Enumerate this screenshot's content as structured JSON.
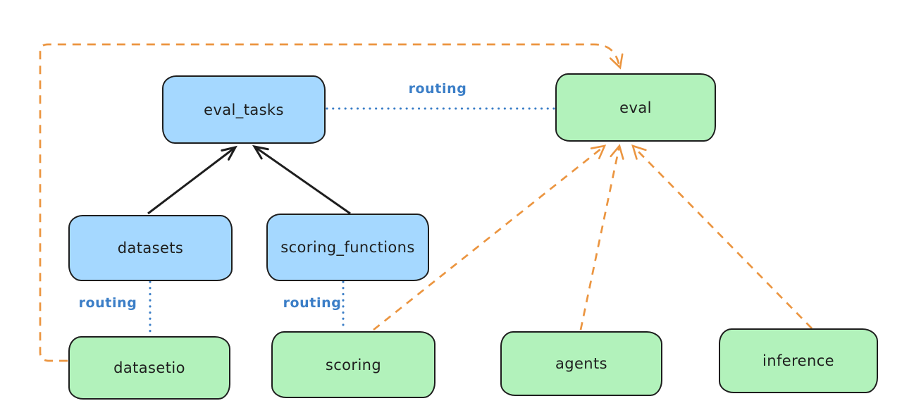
{
  "diagram": {
    "kind": "architecture-graph",
    "background": "#ffffff",
    "colors": {
      "node_stroke": "#1e1e1e",
      "resource_fill_blue": "#a5d8ff",
      "api_fill_green": "#b2f2bb",
      "routing_blue": "#3b7ec7",
      "provider_orange": "#eb9540",
      "solid_arrow_black": "#1e1e1e"
    },
    "nodes": [
      {
        "id": "eval_tasks",
        "label": "eval_tasks",
        "fill": "blue"
      },
      {
        "id": "eval",
        "label": "eval",
        "fill": "green"
      },
      {
        "id": "datasets",
        "label": "datasets",
        "fill": "blue"
      },
      {
        "id": "scoring_functions",
        "label": "scoring_functions",
        "fill": "blue"
      },
      {
        "id": "datasetio",
        "label": "datasetio",
        "fill": "green"
      },
      {
        "id": "scoring",
        "label": "scoring",
        "fill": "green"
      },
      {
        "id": "agents",
        "label": "agents",
        "fill": "green"
      },
      {
        "id": "inference",
        "label": "inference",
        "fill": "green"
      }
    ],
    "edges": [
      {
        "from": "datasets",
        "to": "eval_tasks",
        "style": "solid-arrow",
        "color": "black",
        "label": ""
      },
      {
        "from": "scoring_functions",
        "to": "eval_tasks",
        "style": "solid-arrow",
        "color": "black",
        "label": ""
      },
      {
        "from": "eval_tasks",
        "to": "eval",
        "style": "dotted",
        "color": "blue",
        "label": "routing"
      },
      {
        "from": "datasets",
        "to": "datasetio",
        "style": "dotted",
        "color": "blue",
        "label": "routing"
      },
      {
        "from": "scoring_functions",
        "to": "scoring",
        "style": "dotted",
        "color": "blue",
        "label": "routing"
      },
      {
        "from": "datasetio",
        "to": "eval",
        "style": "dashed-arrow",
        "color": "orange",
        "label": ""
      },
      {
        "from": "scoring",
        "to": "eval",
        "style": "dashed-arrow",
        "color": "orange",
        "label": ""
      },
      {
        "from": "agents",
        "to": "eval",
        "style": "dashed-arrow",
        "color": "orange",
        "label": ""
      },
      {
        "from": "inference",
        "to": "eval",
        "style": "dashed-arrow",
        "color": "orange",
        "label": ""
      }
    ]
  }
}
